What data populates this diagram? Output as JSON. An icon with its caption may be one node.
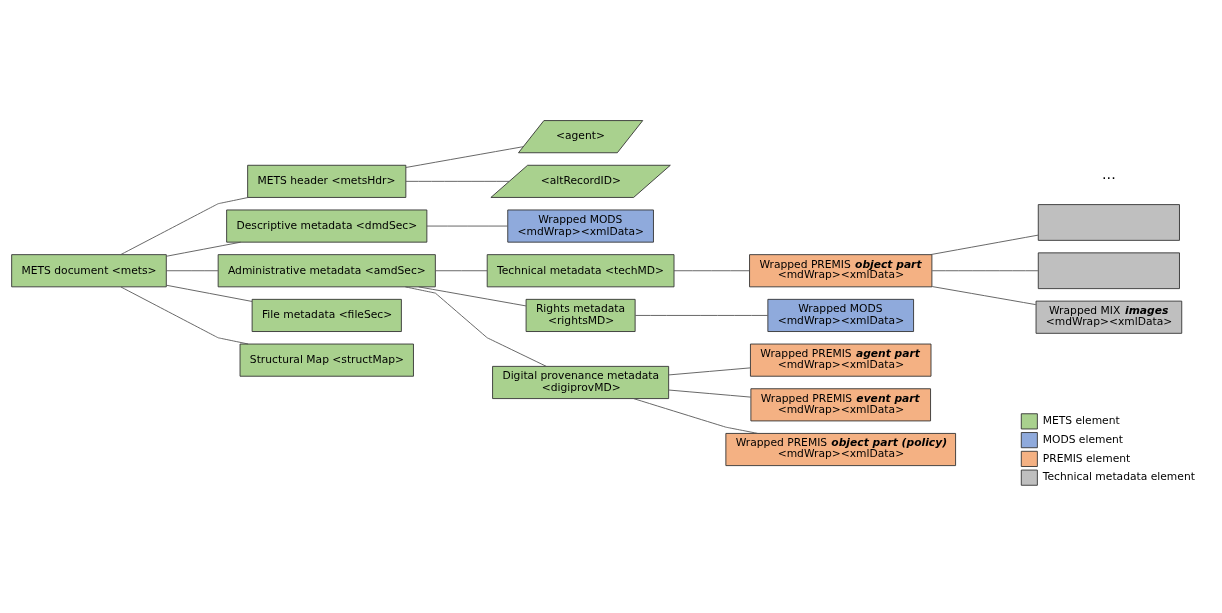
{
  "diagram": {
    "nodes": [
      {
        "text": [
          "METS document <mets>"
        ]
      },
      {
        "text": [
          "METS header <metsHdr>"
        ]
      },
      {
        "text": [
          "<agent>"
        ]
      },
      {
        "text": [
          "<altRecordID>"
        ]
      },
      {
        "text": [
          "Descriptive metadata <dmdSec>"
        ]
      },
      {
        "text": [
          "Wrapped MODS",
          "<mdWrap><xmlData>"
        ]
      },
      {
        "text": [
          "Administrative metadata <amdSec>"
        ]
      },
      {
        "text": [
          "Technical metadata <techMD>"
        ]
      },
      {
        "text": [
          "Wrapped PREMIS **object part**",
          "<mdWrap><xmlData>"
        ]
      },
      {
        "text": [],
        "shape": "box"
      },
      {
        "text": [],
        "shape": "box"
      },
      {
        "text": [
          "Wrapped MIX **images**",
          "<mdWrap><xmlData>"
        ]
      },
      {
        "text": [
          "Rights metadata",
          "<rightsMD>"
        ]
      },
      {
        "text": [
          "Wrapped MODS",
          "<mdWrap><xmlData>"
        ]
      },
      {
        "text": [
          "Digital provenance metadata",
          "<digiprovMD>"
        ]
      },
      {
        "text": [
          "Wrapped PREMIS **agent part**",
          "<mdWrap><xmlData>"
        ]
      },
      {
        "text": [
          "Wrapped PREMIS **event part**",
          "<mdWrap><xmlData>"
        ]
      },
      {
        "text": [
          "Wrapped PREMIS **object part (policy)**",
          "<mdWrap><xmlData>"
        ]
      },
      {
        "text": [
          "File metadata <fileSec>"
        ]
      },
      {
        "text": [
          "Structural Map <structMap>"
        ]
      }
    ],
    "edges": [
      {
        "from": 0,
        "to": 1,
        "arrow": "none"
      },
      {
        "from": 1,
        "to": 2,
        "arrow": "none"
      },
      {
        "from": 1,
        "to": 3,
        "arrow": "none"
      },
      {
        "from": 0,
        "to": 4,
        "arrow": "none"
      },
      {
        "from": 4,
        "to": 5,
        "arrow": "none"
      },
      {
        "from": 0,
        "to": 6,
        "arrow": "none"
      },
      {
        "from": 6,
        "to": 7,
        "arrow": "none"
      },
      {
        "from": 7,
        "to": 8,
        "arrow": "none"
      },
      {
        "from": 8,
        "to": 9,
        "arrow": "none"
      },
      {
        "from": 8,
        "to": 10,
        "arrow": "none"
      },
      {
        "from": 8,
        "to": 11,
        "arrow": "none"
      },
      {
        "from": 6,
        "to": 12,
        "arrow": "none"
      },
      {
        "from": 12,
        "to": 13,
        "arrow": "none"
      },
      {
        "from": 6,
        "to": 14,
        "arrow": "none"
      },
      {
        "from": 14,
        "to": 15,
        "arrow": "none"
      },
      {
        "from": 14,
        "to": 16,
        "arrow": "none"
      },
      {
        "from": 14,
        "to": 17,
        "arrow": "none"
      },
      {
        "from": 0,
        "to": 18,
        "arrow": "none"
      },
      {
        "from": 0,
        "to": 19,
        "arrow": "none"
      }
    ],
    "labels": [
      "..."
    ],
    "legend": [
      {
        "text": "METS element",
        "color": "#a9d18e"
      },
      {
        "text": "MODS element",
        "color": "#8faadc"
      },
      {
        "text": "PREMIS element",
        "color": "#f4b183"
      },
      {
        "text": "Technical metadata element",
        "color": "#bfbfbf"
      }
    ]
  }
}
